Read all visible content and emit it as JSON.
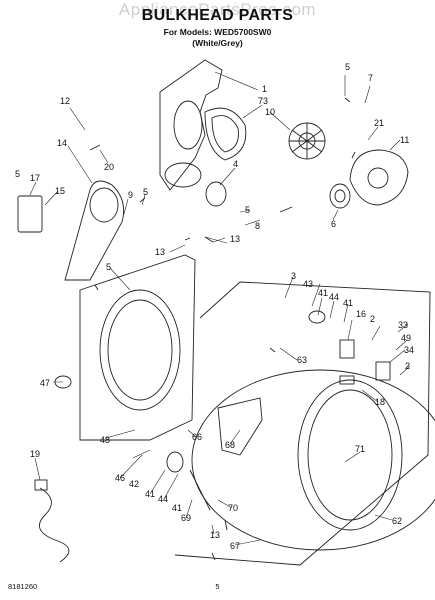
{
  "watermark": "AppliancePartsPros.com",
  "title": "BULKHEAD PARTS",
  "models_line": "For Models: WED5700SW0",
  "color_note": "(White/Grey)",
  "footer": {
    "doc_number": "8181260",
    "page_number": "5"
  },
  "callouts": [
    "1",
    "73",
    "10",
    "5",
    "7",
    "21",
    "11",
    "12",
    "20",
    "14",
    "17",
    "5",
    "15",
    "9",
    "5",
    "4",
    "5",
    "8",
    "13",
    "6",
    "13",
    "5",
    "3",
    "43",
    "41",
    "44",
    "41",
    "16",
    "2",
    "33",
    "49",
    "34",
    "2",
    "63",
    "18",
    "47",
    "19",
    "48",
    "46",
    "42",
    "41",
    "44",
    "69",
    "66",
    "70",
    "13",
    "68",
    "71",
    "62",
    "67",
    "41"
  ]
}
